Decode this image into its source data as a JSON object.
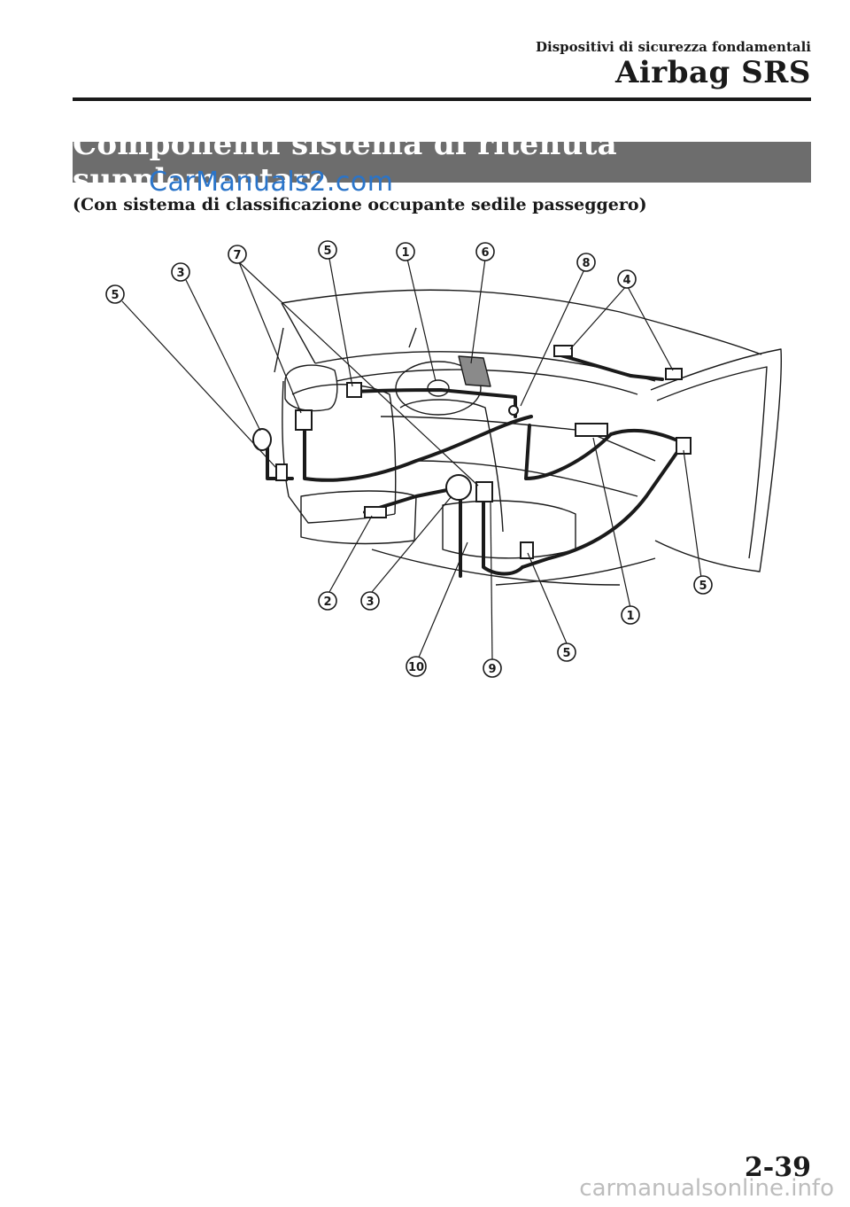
{
  "header": {
    "section": "Dispositivi di sicurezza fondamentali",
    "title": "Airbag SRS"
  },
  "section_heading": "Componenti sistema di ritenuta supplementare",
  "watermark_top": "CarManuals2.com",
  "subtitle": "(Con sistema di classificazione occupante sedile passeggero)",
  "callouts": [
    "5",
    "3",
    "7",
    "5",
    "1",
    "6",
    "8",
    "4",
    "2",
    "3",
    "10",
    "9",
    "5",
    "1",
    "5"
  ],
  "page_number": "2-39",
  "footer_watermark": "carmanualsonline.info",
  "colors": {
    "band": "#6d6d6d",
    "watermark": "#2a74c9"
  }
}
